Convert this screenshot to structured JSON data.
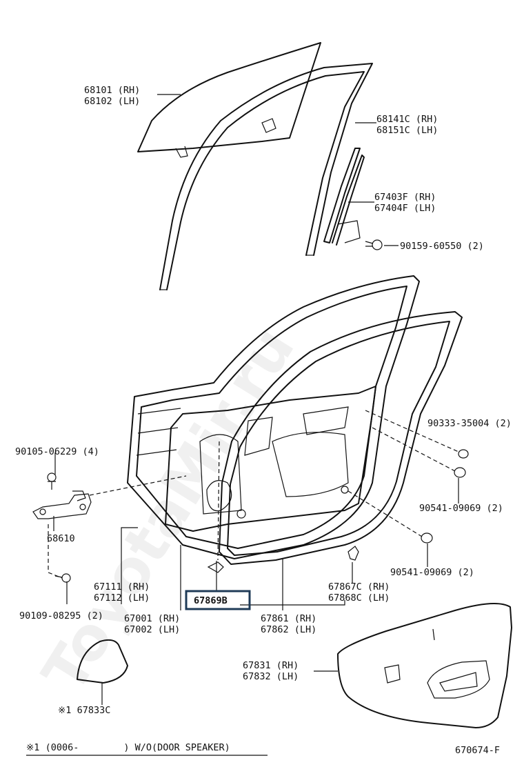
{
  "watermark": "ToyotaMir.ru",
  "labels": {
    "glass_rh": "68101 (RH)",
    "glass_lh": "68102 (LH)",
    "run_rh": "68141C (RH)",
    "run_lh": "68151C (LH)",
    "frame_rh": "67403F (RH)",
    "frame_lh": "67404F (LH)",
    "bolt_top": "90159-60550 (2)",
    "bolt_right1": "90333-35004 (2)",
    "clip_left": "90105-06229 (4)",
    "hinge": "68610",
    "cap_right1": "90541-09069 (2)",
    "cap_right2": "90541-09069 (2)",
    "bolt_bottom": "90109-08295 (2)",
    "panel_rh": "67111 (RH)",
    "panel_lh": "67112 (LH)",
    "highlight": "67869B",
    "clip_rh": "67867C (RH)",
    "clip_lh": "67868C (LH)",
    "door_rh": "67001 (RH)",
    "door_lh": "67002 (LH)",
    "weather_rh": "67861 (RH)",
    "weather_lh": "67862 (LH)",
    "trim_rh": "67831 (RH)",
    "trim_lh": "67832 (LH)",
    "cover": "※1 67833C",
    "footnote": "※1 (0006-        ) W/O(DOOR SPEAKER)",
    "diagram_code": "670674-F"
  },
  "highlight_color": "#1f3b57"
}
